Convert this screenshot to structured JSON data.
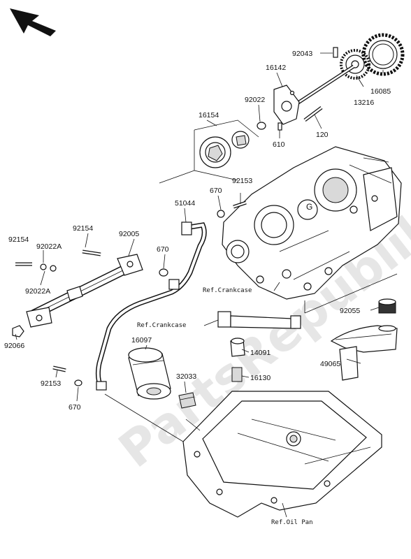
{
  "watermark": "PartsRepublik",
  "icons": {
    "direction_arrow": "front-arrow-icon"
  },
  "parts": {
    "p92043": "92043",
    "p16142": "16142",
    "p13216": "13216",
    "p16085": "16085",
    "p92022": "92022",
    "p16154": "16154",
    "p120": "120",
    "p610": "610",
    "p92153_top": "92153",
    "p670_top": "670",
    "p51044": "51044",
    "p92154_left": "92154",
    "p92154_mid": "92154",
    "p92005": "92005",
    "p92022A_top": "92022A",
    "p92022A_bot": "92022A",
    "p670_mid": "670",
    "p92066": "92066",
    "p92153_bot": "92153",
    "p670_bot": "670",
    "p16097": "16097",
    "p32033": "32033",
    "p14091": "14091",
    "p16130": "16130",
    "p92055": "92055",
    "p49065": "49065"
  },
  "refs": {
    "crankcase_1": "Ref.Crankcase",
    "crankcase_2": "Ref.Crankcase",
    "oil_pan": "Ref.Oil Pan"
  }
}
